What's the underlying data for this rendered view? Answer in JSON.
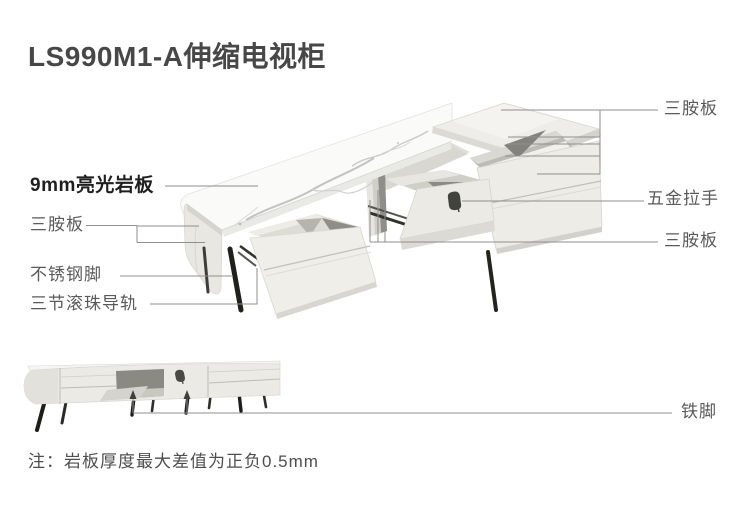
{
  "title": "LS990M1-A伸缩电视柜",
  "labels": {
    "rock_slab": "9mm亮光岩板",
    "melamine_left": "三胺板",
    "stainless_steel_feet": "不锈钢脚",
    "ball_bearing_rails": "三节滚珠导轨",
    "melamine_top_right": "三胺板",
    "hardware_handle": "五金拉手",
    "melamine_bottom_right": "三胺板",
    "iron_feet": "铁脚"
  },
  "note": "注：岩板厚度最大差值为正负0.5mm",
  "colors": {
    "background": "#ffffff",
    "title_text": "#474747",
    "label_text": "#5a5a5a",
    "emphasis_label_text": "#1f1f1f",
    "leader_line": "#8f8f8f",
    "cabinet_body": "#eceae5",
    "marble": "#fafaf9",
    "legs": "#20201c"
  }
}
